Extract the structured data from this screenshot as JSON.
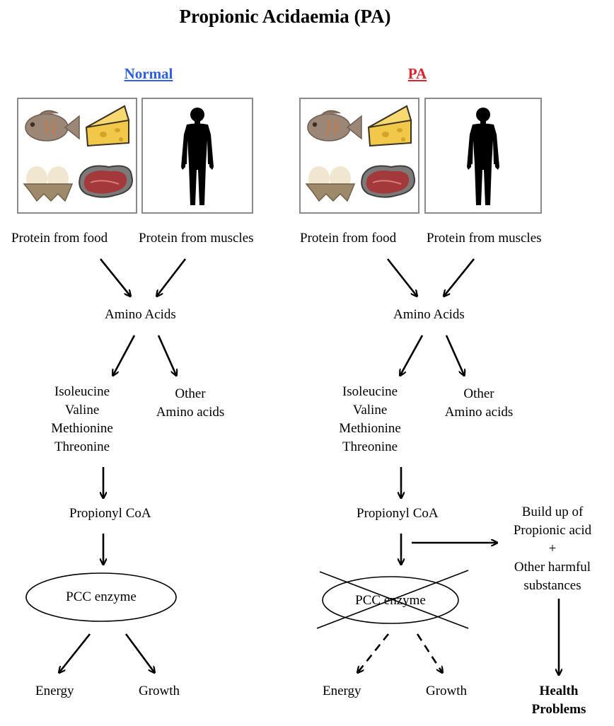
{
  "title": "Propionic Acidaemia (PA)",
  "normal": {
    "header": "Normal",
    "protein_food": "Protein from food",
    "protein_muscles": "Protein from muscles",
    "amino_acids": "Amino Acids",
    "branch_left": [
      "Isoleucine",
      "Valine",
      "Methionine",
      "Threonine"
    ],
    "branch_right": [
      "Other",
      "Amino acids"
    ],
    "propionyl": "Propionyl CoA",
    "enzyme": "PCC enzyme",
    "energy": "Energy",
    "growth": "Growth"
  },
  "pa": {
    "header": "PA",
    "protein_food": "Protein from food",
    "protein_muscles": "Protein from muscles",
    "amino_acids": "Amino Acids",
    "branch_left": [
      "Isoleucine",
      "Valine",
      "Methionine",
      "Threonine"
    ],
    "branch_right": [
      "Other",
      "Amino acids"
    ],
    "propionyl": "Propionyl CoA",
    "enzyme": "PCC enzyme",
    "energy": "Energy",
    "growth": "Growth",
    "buildup": [
      "Build up of",
      "Propionic acid",
      "+",
      "Other harmful",
      "substances"
    ],
    "health": [
      "Health",
      "Problems"
    ]
  },
  "icons": [
    "fish-icon",
    "cheese-icon",
    "eggs-icon",
    "steak-icon",
    "human-silhouette-icon"
  ],
  "colors": {
    "normal_header": "#2f5fe0",
    "pa_header": "#e0202a"
  }
}
